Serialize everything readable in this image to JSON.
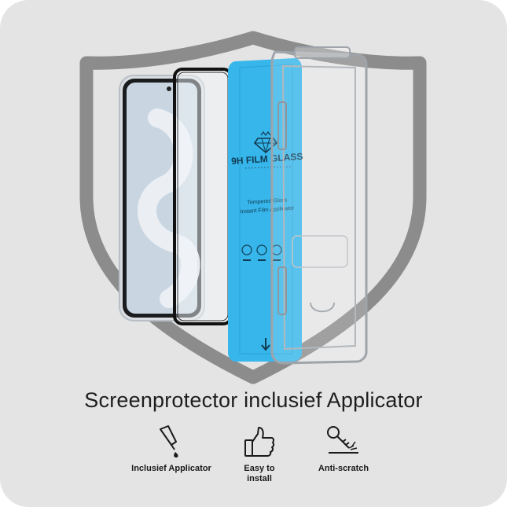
{
  "headline": "Screenprotector inclusief Applicator",
  "product_print": {
    "brand": "9H FILM GLASS",
    "line1": "Tempered Glass",
    "line2": "Instant Film Applicator"
  },
  "features": [
    {
      "icon": "glue-drop-icon",
      "label": "Inclusief Applicator"
    },
    {
      "icon": "thumbs-up-icon",
      "label": "Easy to install"
    },
    {
      "icon": "key-scratch-icon",
      "label": "Anti-scratch"
    }
  ],
  "colors": {
    "background": "#e4e4e4",
    "shield": "#8c8c8c",
    "film_blue": "#36b6ea",
    "text": "#1e1e1e"
  }
}
